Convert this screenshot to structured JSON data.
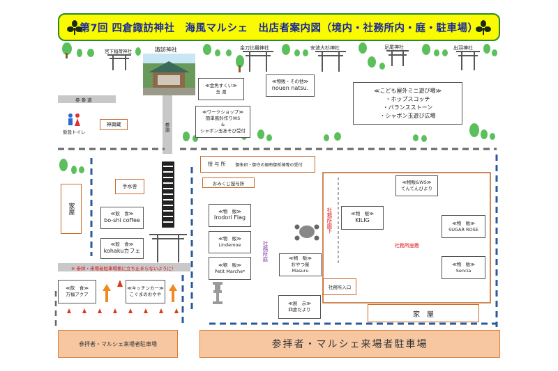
{
  "title": "第7回 四倉諏訪神社　海風マルシェ　出店者案内図（境内・社務所内・庭・駐車場）",
  "shrines": {
    "miyashita_inari": "宮下稲荷神社",
    "suwa": "諏訪神社",
    "konpira": "金刀比羅神社",
    "awa_osugi": "安波大杉神社",
    "ashio": "足尾神社",
    "dewa": "出羽神社"
  },
  "roads": {
    "sando_horizontal": "参 参 道",
    "sando_vertical": "参道"
  },
  "toilet": {
    "label": "仮設トイレ"
  },
  "buildings": {
    "shinyo_gura": "神輿蔵",
    "temizuya": "手水舎",
    "house_left": "家屋",
    "house_right": "家　屋",
    "shamusho_entrance": "社務所入口",
    "shamusho_corridor": "社務所廊下",
    "shamusho_zashiki": "社務所座敷",
    "shamusho_garden": "社務所庭"
  },
  "juyosho": {
    "label": "授 与 所",
    "note": "御朱印・御守の頒布御祈祷等の受付"
  },
  "omikuji": "おみくじ授与所",
  "warning": "※ 参拝・来場者駐車場側に立ち止まらないように！",
  "parking": {
    "left": "参拝者・マルシェ来場者駐車場",
    "right": "参拝者・マルシェ来場者駐車場"
  },
  "vendors": {
    "kingyo": {
      "cat": "≪金魚すくい≫",
      "name": "玉 渡"
    },
    "nouen": {
      "cat": "≪物販・その他≫",
      "name": "nouen natsu."
    },
    "workshop": {
      "cat": "≪ワークショップ≫",
      "l1": "簡単風鈴作りWS",
      "l2": "&",
      "l3": "シャボン玉あそび受付"
    },
    "kodomo": {
      "cat": "≪こども屋外ミニ遊び場≫",
      "l1": "・ホップスコッチ",
      "l2": "・バランスストーン",
      "l3": "・シャボン玉遊び広場"
    },
    "tenten": {
      "cat": "≪物販&WS≫",
      "name": "てんてんびより"
    },
    "boshi": {
      "cat": "≪飲　食≫",
      "name": "bo-shi coffee"
    },
    "kohaku": {
      "cat": "≪飲　食≫",
      "name": "kohakuカフェ"
    },
    "irodori": {
      "cat": "≪物　販≫",
      "name": "Irodori Flag"
    },
    "lindemoe": {
      "cat": "≪物　販≫",
      "name": "Lindemoe"
    },
    "petit": {
      "cat": "≪物　販≫",
      "name": "Petit Marche*"
    },
    "kilig": {
      "cat": "≪物　販≫",
      "name": "KILIG"
    },
    "sugar": {
      "cat": "≪物　販≫",
      "name": "SUGAR ROSE"
    },
    "oyatsu": {
      "cat": "≪物　販≫",
      "name": "おやつ屋",
      "name2": "Masuru"
    },
    "sencia": {
      "cat": "≪物　販≫",
      "name": "Sencia"
    },
    "tenji": {
      "cat": "≪展　示≫",
      "name": "四倉だより"
    },
    "manpuku": {
      "cat": "≪飲　食≫",
      "name": "万福アクア"
    },
    "kitchencar": {
      "cat": "≪キッチンカー≫",
      "name": "こぐまのおやや"
    }
  },
  "colors": {
    "title_bg": "#fafa00",
    "title_text": "#1a2a9a",
    "road": "#c8c8c8",
    "blue_dash": "#2a5a9a",
    "gray_dash": "#666666",
    "parking": "#f7c7a2",
    "orange_border": "#c8692a",
    "red_text": "#e01010",
    "tree": "#4caf50"
  }
}
